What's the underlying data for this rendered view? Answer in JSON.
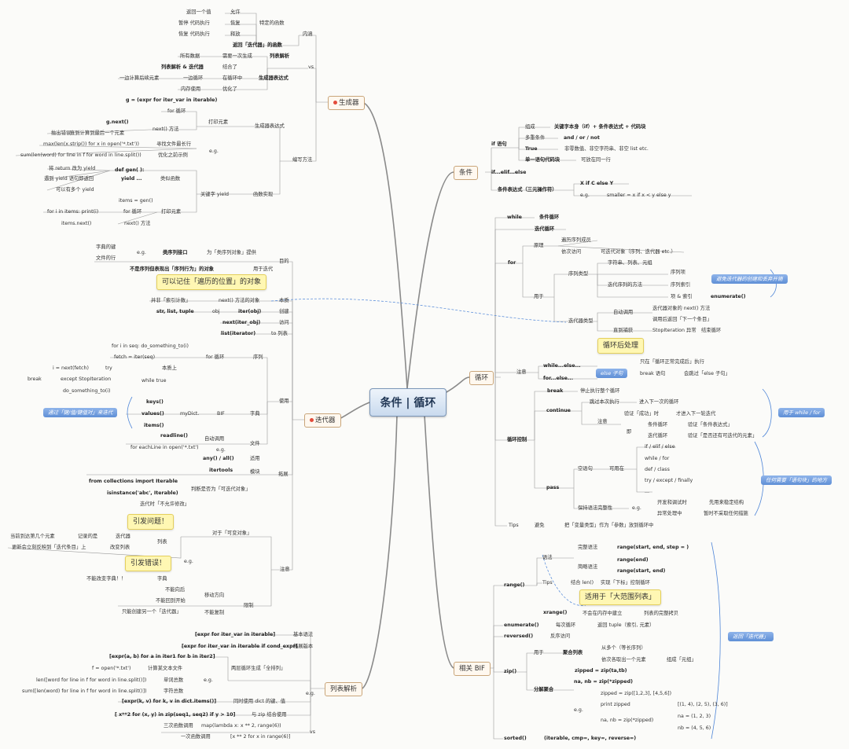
{
  "center": "条件 | 循环",
  "topics": {
    "generator": "生成器",
    "condition": "条件",
    "loop": "循环",
    "iterator": "迭代器",
    "listcomp": "列表解析",
    "bif": "相关 BIF"
  },
  "colors": {
    "link": "#8a8a8a",
    "accent_blue": "#4f86d8",
    "topic_border": "#c9a57a",
    "note_yellow": "#fff7b3",
    "flag_red": "#e34b3a",
    "flag_green": "#2fa84f"
  },
  "notes": {
    "remember": "可以记住「遍历的位置」的对象",
    "loop_after": "循环后处理",
    "problem": "引发问题！",
    "error": "引发错误！",
    "big_list": "适用于「大范围列表」"
  },
  "blues": {
    "avoid": "避免迭代器的创建和丢弃开销",
    "else": "else 子句",
    "for_while": "用于 while / for",
    "placeholder": "任何需要「语句块」的地方",
    "dict_iter": "通过「键/值/键值对」来迭代",
    "return_iter": "返回「迭代器」"
  },
  "labels": {
    "g1": "返回一个值",
    "g2": "允许",
    "g3": "暂停 代码执行",
    "g4": "恢复",
    "g5": "恢复 代码执行",
    "g6": "释放",
    "g7": "特定的函数",
    "g8": "内涵",
    "g9": "返回「迭代器」的函数",
    "g10": "所有数据",
    "g11": "需要一次生成",
    "g12": "列表解析",
    "g13": "列表解析 & 迭代器",
    "g14": "结合了",
    "g15": "一边计算后续元素",
    "g16": "一边循环",
    "g17": "在循环中",
    "g18": "生成器表达式",
    "g19": "内存使用",
    "g20": "优化了",
    "g21": "vs",
    "g22": "g = (expr for iter_var in iterable)",
    "g23": "for 循环",
    "g24": "g.next()",
    "g25": "打印元素",
    "g26": "next() 方法",
    "g27": "抛出错误",
    "g28": "直到计算到最后一个元素",
    "g29": "生成器表达式",
    "g30": "max(len(x.strip()) for x in open('*.txt'))",
    "g31": "寻找文件最长行",
    "g32": "sum(len(word) for line in f for word in line.split())",
    "g33": "优化之前示例",
    "g34": "e.g.",
    "g35": "将 return 改为 yield",
    "g36": "def gen( ):",
    "g37": "遇到 yield 语句即返回",
    "g38": "yield ...",
    "g39": "可以有多个 yield",
    "g40": "类似函数",
    "g41": "关键字 yield",
    "g42": "函数实现",
    "g43": "编写方法",
    "g44": "items = gen()",
    "g45": "for i in items: print(i)",
    "g46": "for 循环",
    "g47": "打印元素",
    "g48": "items.next()",
    "g49": "next() 方法",
    "c1": "组成",
    "c2": "关键字本身（if）+ 条件表达式 + 代码块",
    "c3": "if 语句",
    "c4": "多重条件",
    "c5": "and / or / not",
    "c6": "True",
    "c7": "非零数值、非空字符串、非空 list etc.",
    "c8": "单一语句代码块",
    "c9": "可放在同一行",
    "c10": "if...elif...else",
    "c11": "条件表达式（三元操作符）",
    "c12": "X if C else Y",
    "c13": "e.g.",
    "c14": "smaller = x if x < y else y",
    "l1": "while",
    "l2": "条件循环",
    "l3": "迭代循环",
    "l4": "原理",
    "l5": "遍历序列成员",
    "l6": "依次访问",
    "l7": "可迭代对象（序列、迭代器 etc.）",
    "l8": "for",
    "l9": "字符串、列表、元组",
    "l10": "序列类型",
    "l11": "序列项",
    "l12": "迭代序列的方法",
    "l13": "序列索引",
    "l14": "项 & 索引",
    "l15": "enumerate()",
    "l16": "用于",
    "l17": "迭代器对象的 next() 方法",
    "l18": "自动调用",
    "l19": "迭代器类型",
    "l20": "调用后返回「下一个条目」",
    "l21": "直到捕获",
    "l22": "StopIteration 异常",
    "l23": "结束循环",
    "l24": "只在「循环正常完成后」执行",
    "l25": "注意",
    "l26": "while...else...",
    "l27": "break 语句",
    "l28": "会跳过「else 子句」",
    "l29": "for...else...",
    "l30": "break",
    "l31": "停止执行整个循环",
    "l32": "continue",
    "l33": "跳过本次执行",
    "l34": "进入下一次的循环",
    "l35": "验证「成功」时",
    "l36": "才进入下一轮迭代",
    "l37": "注意",
    "l38": "条件循环",
    "l39": "验证「条件表达式」",
    "l40": "即",
    "l41": "迭代循环",
    "l42": "验证「是否还有可迭代的元素」",
    "l43": "循环控制",
    "l44": "if / elif / else",
    "l45": "while / for",
    "l46": "def / class",
    "l47": "try / except / finally",
    "l48": "...",
    "l49": "空语句",
    "l50": "可用在",
    "l51": "pass",
    "l52": "开发和调试时",
    "l53": "先用来稳定结构",
    "l54": "异常处理中",
    "l55": "暂时不采取任何措施",
    "l56": "保持语法完整性",
    "l57": "e.g.",
    "l58": "Tips",
    "l59": "避免",
    "l60": "把「变量类型」作为「参数」放到循环中",
    "i1": "字典的键",
    "i2": "e.g.",
    "i3": "类序列接口",
    "i4": "为「类序列对象」提供",
    "i5": "文件的行",
    "i6": "目的",
    "i7": "不是序列但表现出「序列行为」的对象",
    "i8": "用于迭代",
    "i9": "并非「索引计数」",
    "i10": "next() 方法的对象",
    "i11": "本质",
    "i12": "str, list, tuple",
    "i13": "obj",
    "i14": "iter(obj)",
    "i15": "创建",
    "i16": "next(iter_obj)",
    "i17": "访问",
    "i18": "list(iterator)",
    "i19": "to 列表",
    "i20": "for i in seq: do_something_to(i)",
    "i21": "fetch = iter(seq)",
    "i22": "for 循环",
    "i23": "序列",
    "i24": "本质上",
    "i25": "i = next(fetch)",
    "i26": "try",
    "i27": "while true",
    "i28": "break",
    "i29": "except StopIteration",
    "i30": "do_something_to(i)",
    "i31": "keys()",
    "i32": "values()",
    "i33": "myDict.",
    "i34": "BIF",
    "i35": "字典",
    "i36": "items()",
    "i37": "使用",
    "i38": "readline()",
    "i39": "自动调用",
    "i40": "for eachLine in open('*.txt')",
    "i41": "e.g.",
    "i42": "文件",
    "i43": "any() / all()",
    "i44": "适用",
    "i45": "itertools",
    "i46": "模块",
    "i47": "拓展",
    "i48": "from collections import Iterable",
    "i49": "isinstance('abc', Iterable)",
    "i50": "判断是否为「可迭代对象」",
    "i51": "迭代时「不允许修改」",
    "i52": "对于「可变对象」",
    "i53": "当前到达第几个元素",
    "i54": "记录的是",
    "i55": "迭代器",
    "i56": "更新会立刻反映到「迭代条目」上",
    "i57": "改变列表",
    "i58": "列表",
    "i59": "e.g.",
    "i60": "不能改变字典！！",
    "i61": "字典",
    "i62": "注意",
    "i63": "不能向后",
    "i64": "移动方向",
    "i65": "不能回到开始",
    "i66": "只能创建另一个「迭代器」",
    "i67": "不能复制",
    "i68": "限制",
    "p1": "[expr for iter_var in iterable]",
    "p2": "基本语法",
    "p3": "[expr for iter_var in iterable if cond_expr]",
    "p4": "拓展版本",
    "p5": "[expr(a, b) for a in iter1 for b in iter2]",
    "p6": "f = open('*.txt')",
    "p7": "计算某文本文件",
    "p8": "len([word for line in f for word in line.split()])",
    "p9": "单词总数",
    "p10": "e.g.",
    "p11": "两层循环生成「全排列」",
    "p12": "sum([len(word) for line in f for word in line.split()])",
    "p13": "字符总数",
    "p14": "[expr(k, v) for k, v in dict.items()]",
    "p15": "同时使用 dict 的键、值",
    "p16": "[ x**2 for (x, y) in zip(seq1, seq2) if y > 10]",
    "p17": "与 zip 结合使用",
    "p18": "三次函数调用",
    "p19": "map(lambda x: x ** 2, range(6))",
    "p20": "一次函数调用",
    "p21": "[x ** 2 for x in range(6)]",
    "p22": "vs",
    "p23": "e.g.",
    "r1": "完整语法",
    "r2": "range(start, end, step = )",
    "r3": "语法",
    "r4": "range(end)",
    "r5": "简略语法",
    "r6": "range(start, end)",
    "r7": "range()",
    "r8": "Tips",
    "r9": "结合 len()",
    "r10": "实现「下标」控制循环",
    "r11": "xrange()",
    "r12": "不会在内存中建立",
    "r13": "列表的完整拷贝",
    "r14": "enumerate()",
    "r15": "每次循环",
    "r16": "返回 tuple（索引, 元素）",
    "r17": "reversed()",
    "r18": "反序访问",
    "r19": "用于",
    "r20": "聚合列表",
    "r21": "从多个（等长序列）",
    "r22": "依次各取出一个元素",
    "r23": "组成「元组」",
    "r24": "zipped = zip(ta,tb)",
    "r25": "zip()",
    "r26": "na, nb = zip(*zipped)",
    "r27": "分解聚合",
    "r28": "zipped = zip([1,2,3], [4,5,6])",
    "r29": "print zipped",
    "r30": "[(1, 4), (2, 5), (3, 6)]",
    "r31": "e.g.",
    "r32": "na, nb = zip(*zipped)",
    "r33": "na = (1, 2, 3)",
    "r34": "nb = (4, 5, 6)",
    "r35": "sorted()",
    "r36": "(iterable, cmp=, key=, reverse=)"
  }
}
